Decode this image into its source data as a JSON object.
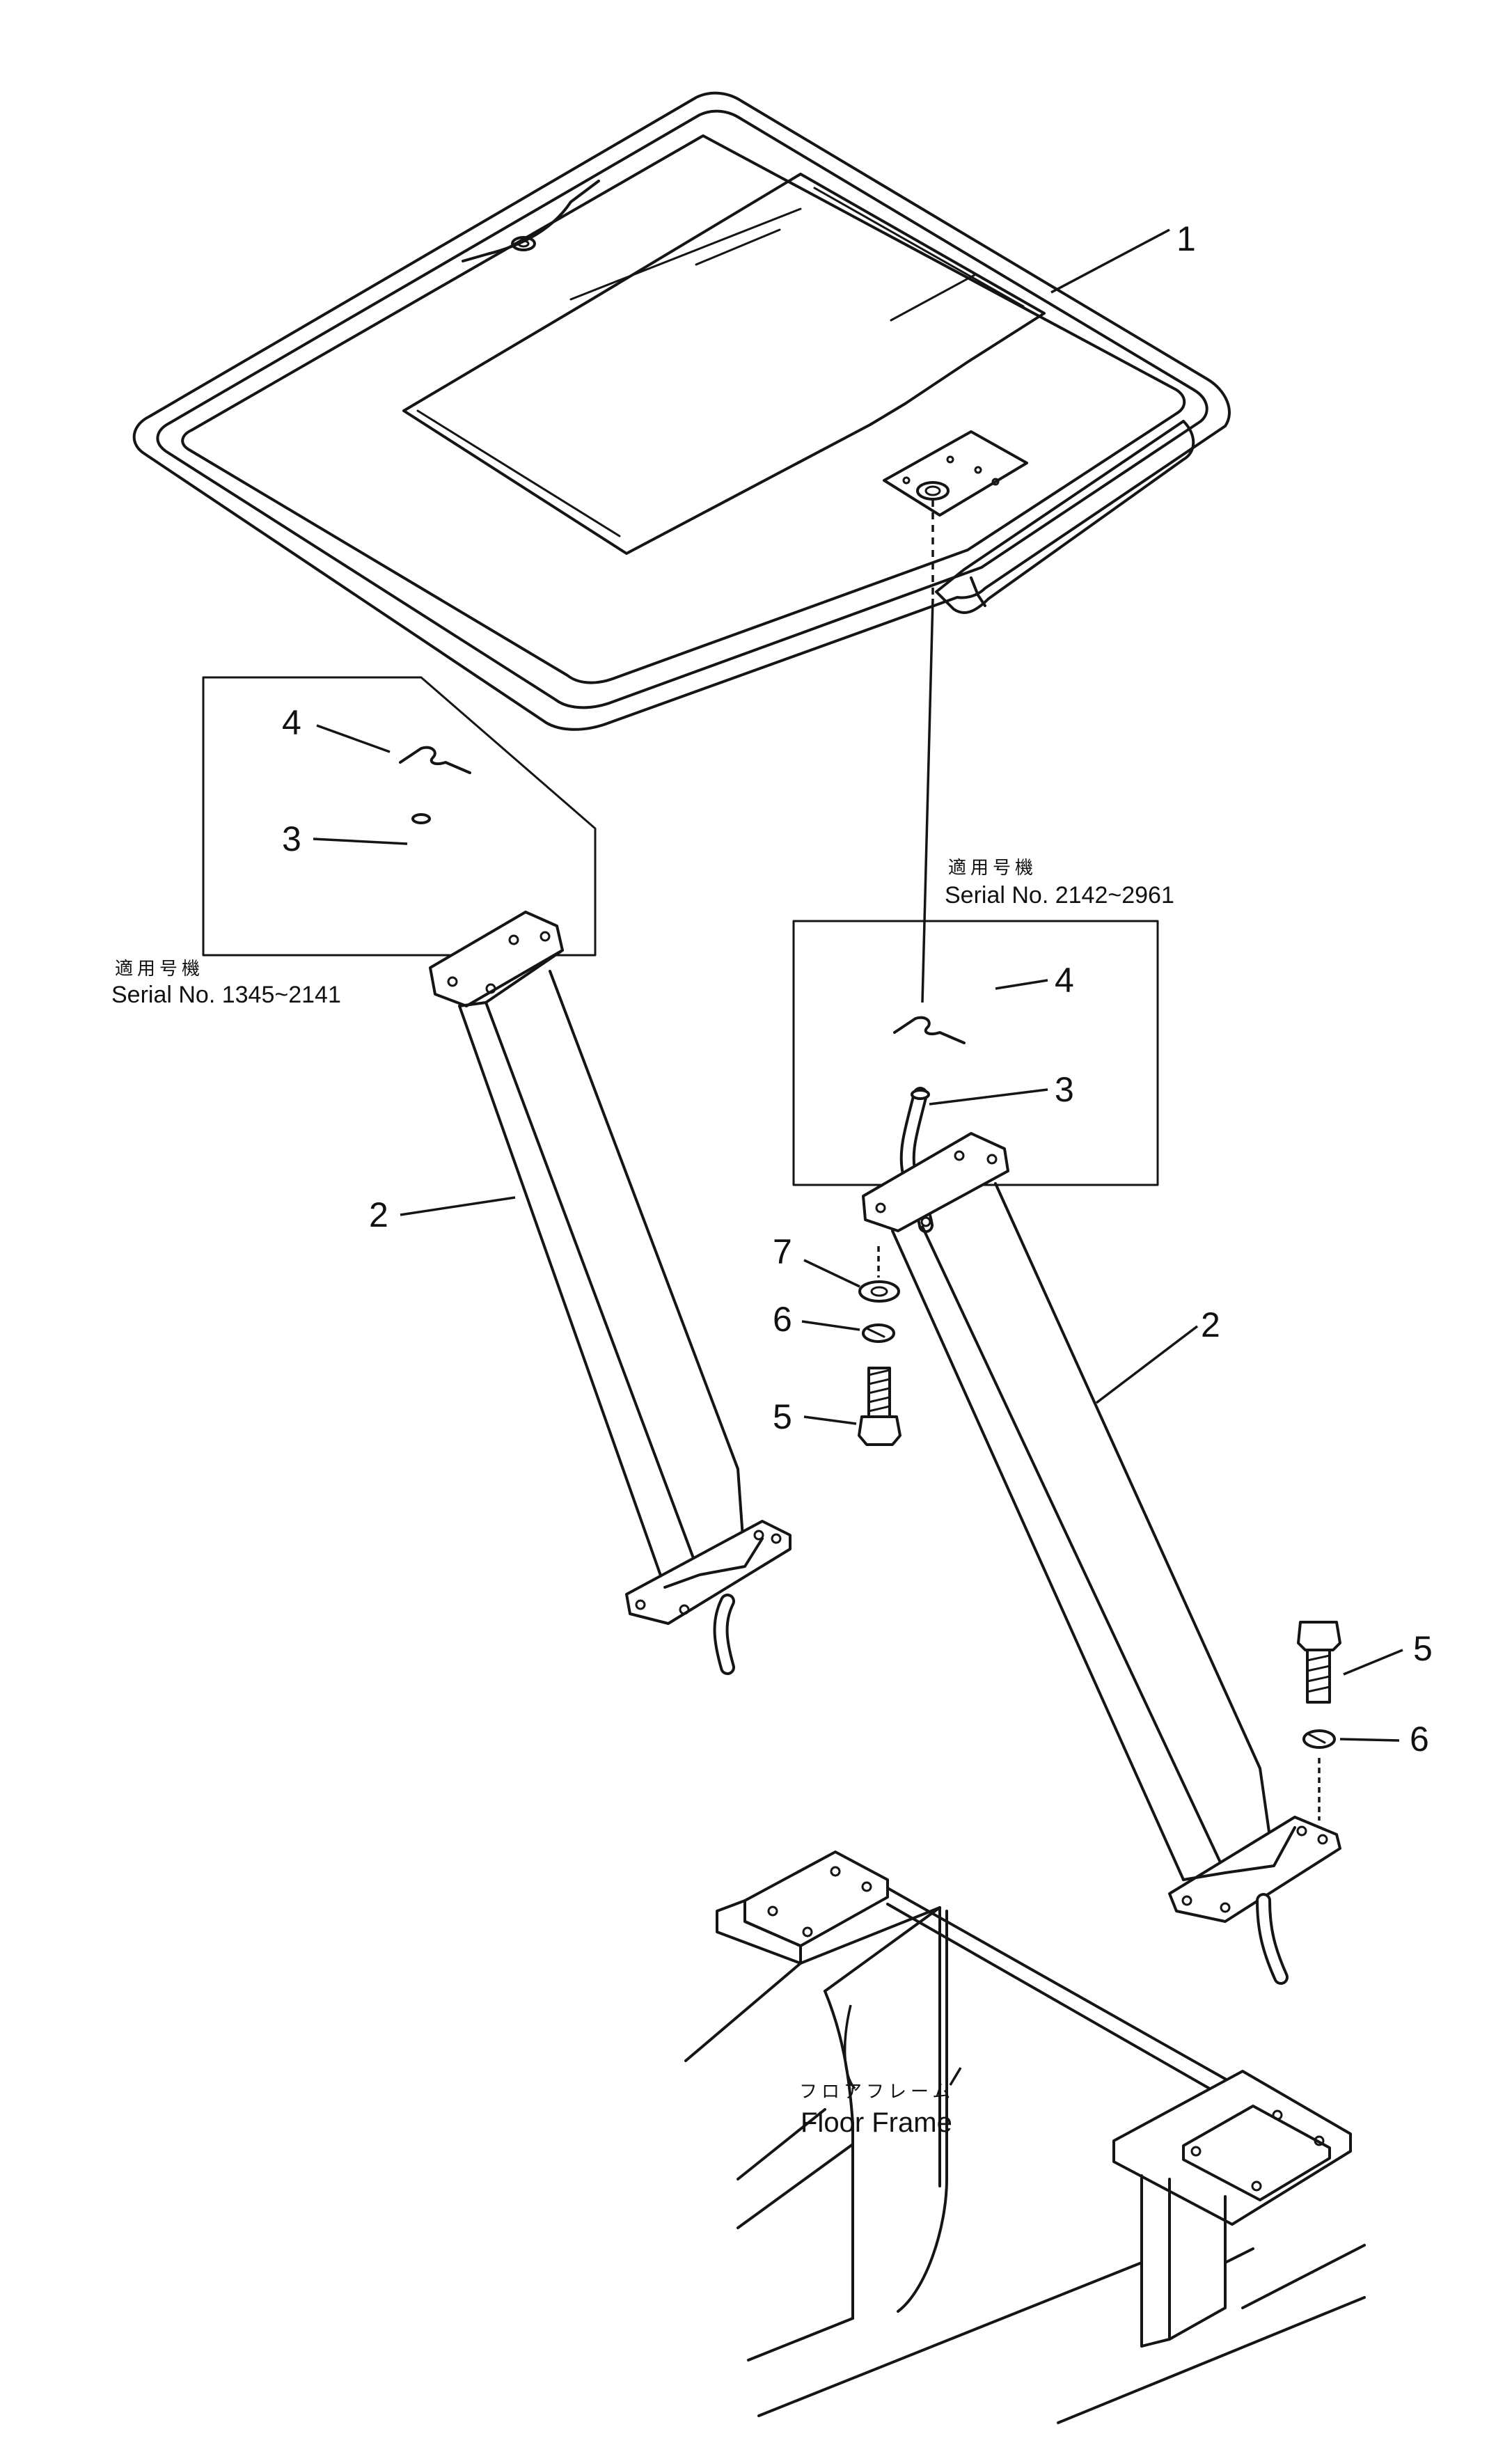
{
  "callouts": {
    "canopy": "1",
    "post_left": "2",
    "post_right": "2",
    "hose_left": "3",
    "hose_right": "3",
    "clip_left": "4",
    "clip_right": "4",
    "bolt_right_top": "5",
    "bolt_right_bottom": "5",
    "washer_spring_top": "6",
    "washer_spring_bottom": "6",
    "washer_plain": "7"
  },
  "serial_left": {
    "jp": "適用号機",
    "text": "Serial No. 1345~2141"
  },
  "serial_right": {
    "jp": "適用号機",
    "text": "Serial No. 2142~2961"
  },
  "floor_frame": {
    "jp": "フロアフレーム",
    "en": "Floor Frame"
  }
}
